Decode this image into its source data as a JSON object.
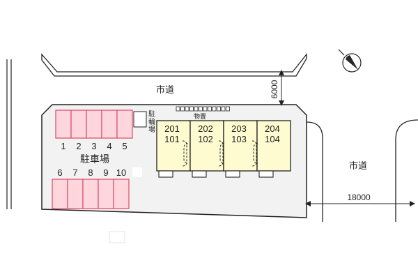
{
  "roads": {
    "north_label": "市道",
    "east_label": "市道",
    "north_width": "6000",
    "east_width": "18000"
  },
  "facilities": {
    "parking_label": "駐車場",
    "bicycle_label_chars": [
      "駐",
      "輪",
      "場"
    ],
    "storage_label": "物置"
  },
  "parking": {
    "top_row": [
      "1",
      "2",
      "3",
      "4",
      "5"
    ],
    "bottom_row": [
      "6",
      "7",
      "8",
      "9",
      "10"
    ]
  },
  "units": [
    {
      "upper": "201",
      "lower": "101"
    },
    {
      "upper": "202",
      "lower": "102"
    },
    {
      "upper": "203",
      "lower": "103"
    },
    {
      "upper": "204",
      "lower": "104"
    }
  ],
  "colors": {
    "lot_fill": "#f2f2f2",
    "parking_fill": "#ffd6dc",
    "parking_stroke": "#d94a6a",
    "building_fill": "#fffbd0",
    "line": "#222222"
  },
  "compass": {
    "icon": "north-arrow-icon"
  }
}
